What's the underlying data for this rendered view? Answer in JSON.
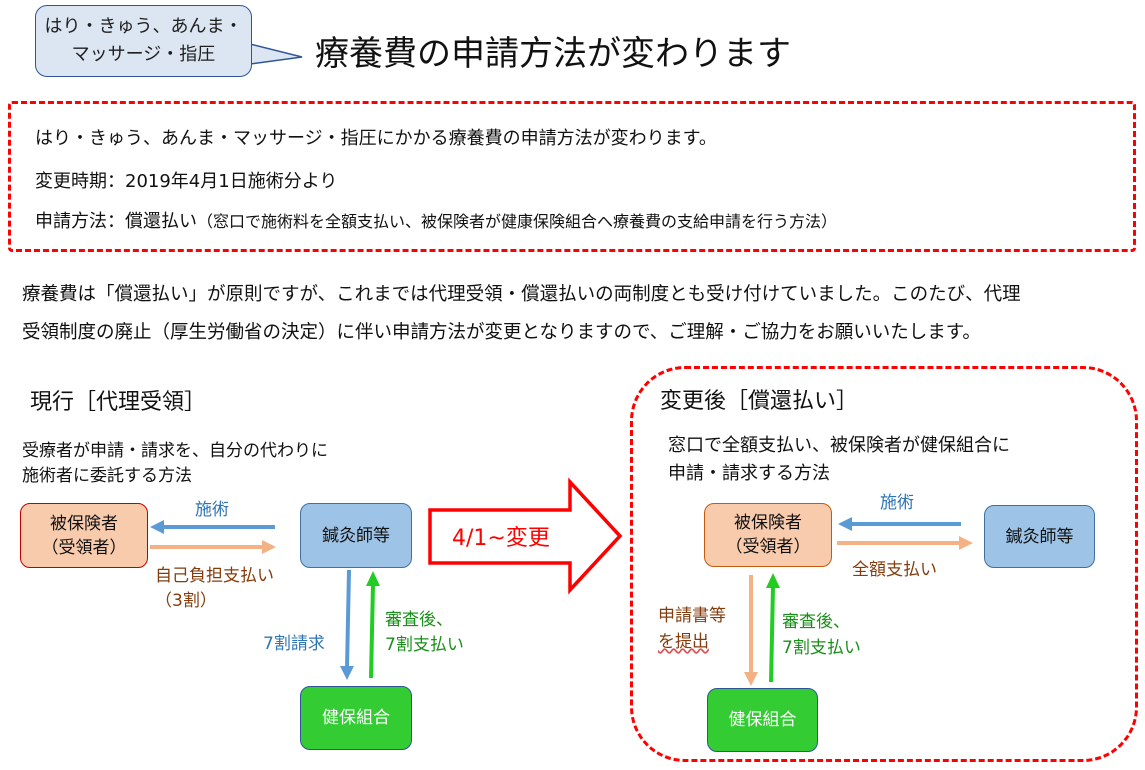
{
  "header": {
    "bubble_line1": "はり・きゅう、あんま・",
    "bubble_line2": "マッサージ・指圧",
    "title": "療養費の申請方法が変わります"
  },
  "notice": {
    "line1": "はり・きゅう、あんま・マッサージ・指圧にかかる療養費の申請方法が変わります。",
    "line2": "変更時期：2019年4月1日施術分より",
    "line3_main": "申請方法：償還払い",
    "line3_detail": "（窓口で施術料を全額支払い、被保険者が健康保険組合へ療養費の支給申請を行う方法）"
  },
  "explanation": {
    "line1": "療養費は「償還払い」が原則ですが、これまでは代理受領・償還払いの両制度とも受け付けていました。このたび、代理",
    "line2": "受領制度の廃止（厚生労働省の決定）に伴い申請方法が変更となりますので、ご理解・ご協力をお願いいたします。"
  },
  "current": {
    "heading": "現行［代理受領］",
    "desc1": "受療者が申請・請求を、自分の代わりに",
    "desc2": "施術者に委託する方法",
    "insured1": "被保険者",
    "insured2": "（受領者）",
    "practitioner": "鍼灸師等",
    "union": "健保組合",
    "treatment": "施術",
    "copay1": "自己負担支払い",
    "copay2": "（3割）",
    "claim": "7割請求",
    "review1": "審査後、",
    "review2": "7割支払い"
  },
  "change_arrow": "4/1~変更",
  "after": {
    "heading": "変更後［償還払い］",
    "desc1": "窓口で全額支払い、被保険者が健保組合に",
    "desc2": "申請・請求する方法",
    "insured1": "被保険者",
    "insured2": "（受領者）",
    "practitioner": "鍼灸師等",
    "union": "健保組合",
    "treatment": "施術",
    "full_pay": "全額支払い",
    "submit1": "申請書等",
    "submit2": "を提出",
    "review1": "審査後、",
    "review2": "7割支払い"
  },
  "colors": {
    "red": "#ff0000",
    "blue_arrow": "#5b9bd5",
    "orange_arrow": "#f4b183",
    "green_arrow": "#22cc22"
  }
}
